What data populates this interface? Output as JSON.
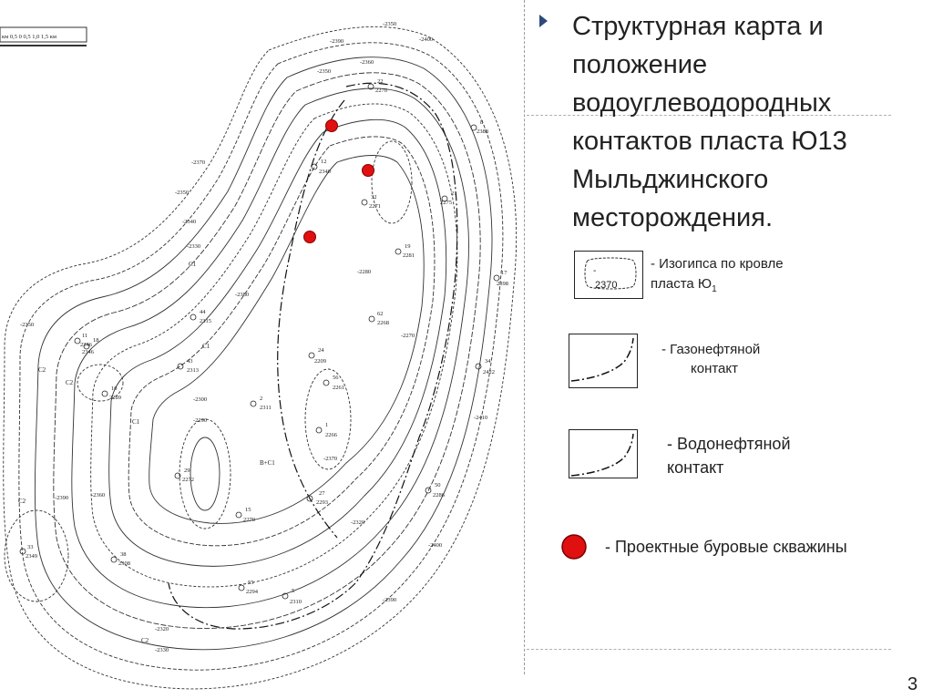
{
  "slide": {
    "title": "Структурная карта и положение водоуглеводородных контактов пласта Ю13 Мыльджинского месторождения.",
    "page_number": "3"
  },
  "legend": {
    "isohypse_value": "2370",
    "isohypse_label_line1": "- Изогипса по кровле",
    "isohypse_label_line2": "пласта Ю",
    "isohypse_subscript": "1",
    "gas_oil_line1": "- Газонефтяной",
    "gas_oil_line2": "контакт",
    "water_oil_line1": "- Водонефтяной",
    "water_oil_line2": "контакт",
    "wells_label": "- Проектные буровые скважины"
  },
  "map": {
    "scale_label": "км 0,5  0  0,5  1,0  1,5 км",
    "contour_labels": [
      "-2390",
      "-2350",
      "-2400",
      "-2370",
      "-2350",
      "-2340",
      "-2330",
      "-2350",
      "-2360",
      "-2390",
      "-2380",
      "-2300",
      "-2290",
      "-2320",
      "-2330",
      "-2320",
      "-2410",
      "-2390",
      "-2400",
      "-2370",
      "-2360",
      "-2350",
      "-2270",
      "-2280"
    ],
    "wells": [
      {
        "id": "18",
        "depth": "2346"
      },
      {
        "id": "11",
        "depth": "2346"
      },
      {
        "id": "10",
        "depth": "2289"
      },
      {
        "id": "44",
        "depth": "2315"
      },
      {
        "id": "43",
        "depth": "2313"
      },
      {
        "id": "2",
        "depth": "2311"
      },
      {
        "id": "24",
        "depth": "2209"
      },
      {
        "id": "56",
        "depth": "2261"
      },
      {
        "id": "1",
        "depth": "2266"
      },
      {
        "id": "29",
        "depth": "2272"
      },
      {
        "id": "15",
        "depth": "2270"
      },
      {
        "id": "27",
        "depth": "2293"
      },
      {
        "id": "38",
        "depth": "2308"
      },
      {
        "id": "55",
        "depth": "2294"
      },
      {
        "id": "5",
        "depth": "2310"
      },
      {
        "id": "33",
        "depth": "2349"
      },
      {
        "id": "62",
        "depth": "2268"
      },
      {
        "id": "50",
        "depth": "2286"
      },
      {
        "id": "34",
        "depth": "2422"
      },
      {
        "id": "17",
        "depth": "2398"
      },
      {
        "id": "19",
        "depth": "2281"
      },
      {
        "id": "12",
        "depth": "2340"
      },
      {
        "id": "22",
        "depth": "2270"
      },
      {
        "id": "32",
        "depth": "2271"
      },
      {
        "id": "8",
        "depth": "2388"
      },
      {
        "id": "21",
        "depth": "2275"
      }
    ],
    "zone_labels": [
      "C1",
      "C1",
      "C2",
      "C2",
      "C2",
      "B+C1",
      "C2",
      "C1"
    ]
  },
  "colors": {
    "well_red": "#e01010",
    "accent": "#2d4a7a"
  }
}
